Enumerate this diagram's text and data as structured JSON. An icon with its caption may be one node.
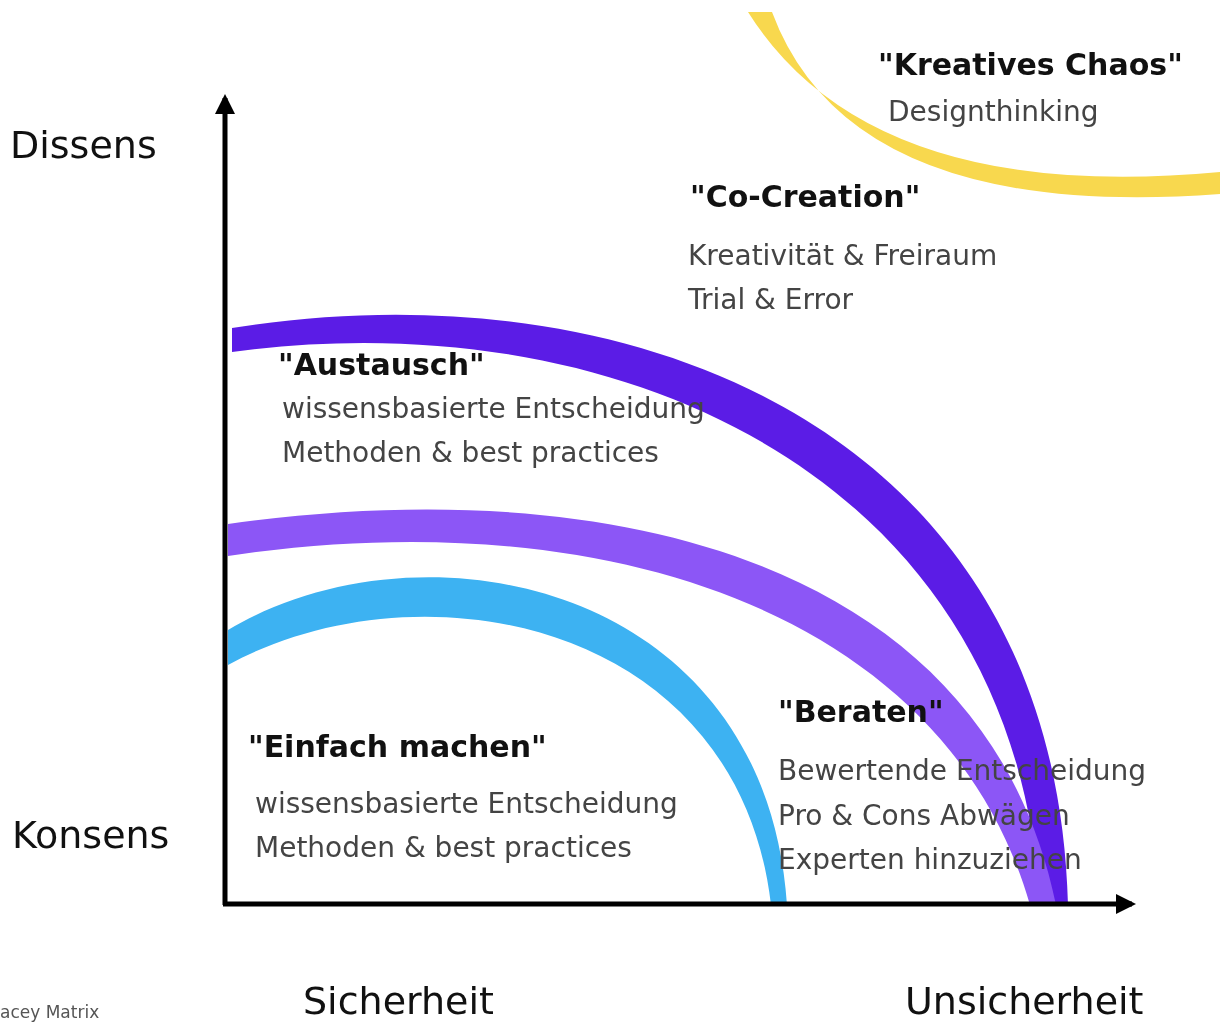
{
  "diagram": {
    "labels": [
      "\"Kreatives Chaos\"",
      "Designthinking",
      "Dissens",
      "\"Co-Creation\"",
      "Kreativität & Freiraum",
      "Trial & Error",
      "\"Austausch\"",
      "wissensbasierte Entscheidung",
      "Methoden & best practices",
      "\"Beraten\"",
      "\"Einfach machen\"",
      "Bewertende Entscheidung",
      "wissensbasierte Entscheidung",
      "Pro & Cons Abwägen",
      "Konsens",
      "Methoden & best practices",
      "Experten hinzuziehen",
      "acey Matrix",
      "Sicherheit",
      "Unsicherheit"
    ]
  }
}
